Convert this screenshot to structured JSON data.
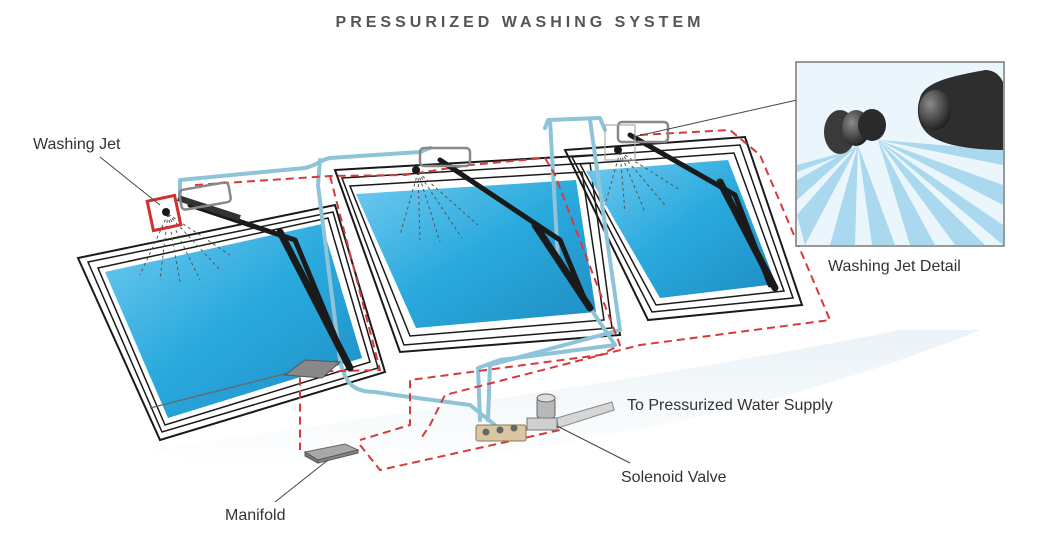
{
  "title": "PRESSURIZED WASHING SYSTEM",
  "labels": {
    "washing_jet": "Washing Jet",
    "washing_jet_detail": "Washing Jet Detail",
    "water_supply": "To Pressurized Water Supply",
    "solenoid_valve": "Solenoid Valve",
    "manifold": "Manifold"
  },
  "colors": {
    "water_pipe": "#8ec3d8",
    "electric_wire": "#d83a3a",
    "glass": "#29a9dd",
    "frame": "#1a1a1a",
    "highlight": "#d32f2f",
    "text": "#333333"
  }
}
